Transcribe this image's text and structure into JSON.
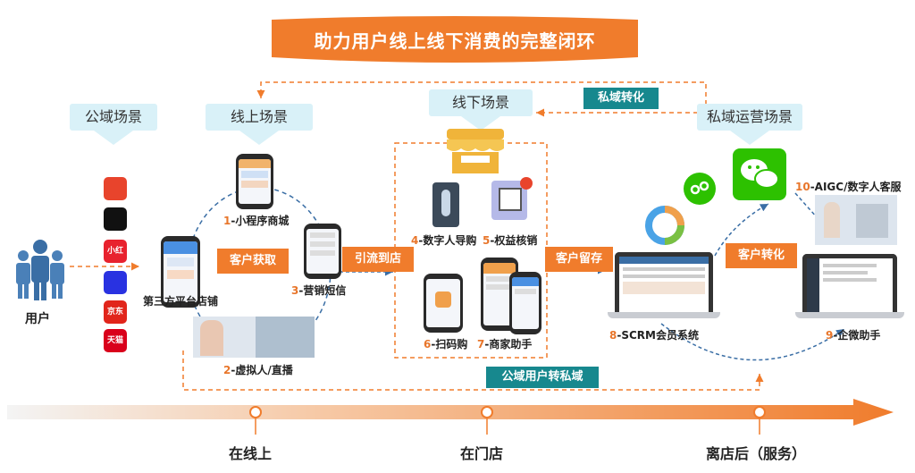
{
  "banner": {
    "title": "助力用户线上线下消费的完整闭环"
  },
  "scenes": {
    "public": "公域场景",
    "online": "线上场景",
    "offline": "线下场景",
    "private_ops": "私域运营场景"
  },
  "tags": {
    "private_conversion": "私域转化",
    "customer_acquisition": "客户获取",
    "drainage": "引流到店",
    "retention": "客户留存",
    "customer_conversion": "客户转化",
    "public_to_private": "公域用户转私域"
  },
  "user": {
    "label": "用户"
  },
  "apps": [
    {
      "name": "app-icon-1",
      "text": "",
      "color": "#e8442c"
    },
    {
      "name": "douyin-icon",
      "text": "",
      "color": "#111111"
    },
    {
      "name": "xiaohongshu-icon",
      "text": "小红书",
      "color": "#e8222e"
    },
    {
      "name": "baidu-icon",
      "text": "",
      "color": "#2932e1"
    },
    {
      "name": "jd-icon",
      "text": "京东",
      "color": "#e1251b"
    },
    {
      "name": "tmall-icon",
      "text": "天猫",
      "color": "#d9001b"
    }
  ],
  "items": {
    "third_party": "第三方平台店铺",
    "mini_mall_num": "1",
    "mini_mall": "-小程序商城",
    "virtual_num": "2",
    "virtual": "-虚拟人/直播",
    "sms_num": "3",
    "sms": "-营销短信",
    "digital_guide_num": "4",
    "digital_guide": "-数字人导购",
    "benefit_num": "5",
    "benefit": "-权益核销",
    "scan_num": "6",
    "scan": "-扫码购",
    "merchant_num": "7",
    "merchant": "-商家助手",
    "scrm_num": "8",
    "scrm": "-SCRM会员系统",
    "wecom_num": "9",
    "wecom": "-企微助手",
    "aigc_num": "10",
    "aigc": "-AIGC/数字人客服"
  },
  "timeline": {
    "online": "在线上",
    "in_store": "在门店",
    "after_store": "离店后（服务）"
  },
  "colors": {
    "orange": "#f07c2c",
    "teal": "#17888e",
    "light_blue": "#d9f1f8",
    "wechat_green": "#2dc100"
  }
}
